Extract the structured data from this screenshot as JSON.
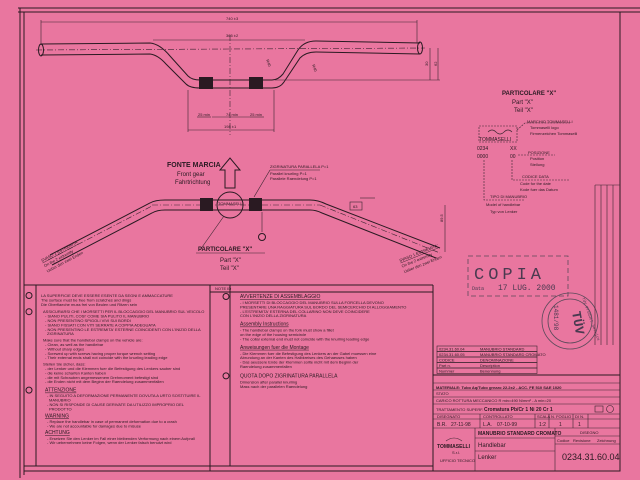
{
  "top_view": {
    "dim_overall": "740 ±3",
    "dim_bend": "365 ±2",
    "dim_center": "198 ±1",
    "dim_clamp_left": "25 min",
    "dim_clamp_right": "25 min",
    "dim_clamp_gap": "74 min",
    "dim_angle_left": "R40",
    "dim_angle_right": "R40",
    "dim_rise_1": "30",
    "dim_rise_2": "62"
  },
  "front_view": {
    "direction_it": "FONTE MARCIA",
    "direction_en": "Front gear",
    "direction_de": "Fahrtrichtung",
    "knurl_it": "ZIGRINATURA PARALLELA P=1",
    "knurl_en": "Parallel knurling P=1",
    "knurl_de": "Parallele Raendelung P=1",
    "detail_it": "PARTICOLARE \"X\"",
    "detail_en": "Part \"X\"",
    "detail_de": "Teil \"X\"",
    "logo_mini": "TOMMASELLI",
    "end_note_left_it": "SVASO 1 ESTREMITA'",
    "end_note_left_en": "On the 2 extremity",
    "end_note_left_de": "Ueber den zwei Enden",
    "end_note_right_it": "SVASO 1 ESTREMITA'",
    "end_note_right_en": "On the 2 extremity",
    "end_note_right_de": "Ueber den zwei Enden",
    "dim_knurl": "63",
    "dim_height": "89.5"
  },
  "detail_x": {
    "title_it": "PARTICOLARE \"X\"",
    "title_en": "Part \"X\"",
    "title_de": "Teil \"X\"",
    "logo": "TOMMASELLI",
    "code_top": "0234",
    "code_bot": "0000",
    "pos_top": "XX",
    "pos_bot": "00",
    "mark_it": "MARCHIO TOMMASELLI",
    "mark_en": "Tommaselli logo",
    "mark_de": "Firmenzeichen Tommaselli",
    "pos_it": "POSIZIONE",
    "pos_en": "Position",
    "pos_de": "Stellung",
    "date_it": "CODICE DATA",
    "date_en": "Code for the date",
    "date_de": "Kode fuer das Datum",
    "type_it": "TIPO DI MANUBRIO",
    "type_en": "Model of handlebar",
    "type_de": "Typ von Lenker"
  },
  "stamps": {
    "copia": "COPIA",
    "copia_date": "17 LUG. 2000",
    "copia_label": "Data",
    "tuv": "TÜV",
    "tuv_number": "1481/98",
    "tuv_ring": "TÜV Product Service"
  },
  "notes_left": {
    "n1_it": "LA SUPERFICIE DEVE ESSERE ESENTE DA SEGNI E AMMACCATURE",
    "n1_en": "The surface must be free from scratches and dings",
    "n1_de": "Die Oberflaeche muss frei von Beulen und Ritzen sein",
    "n2_head_it": "ASSICURARSI CHE I MORSETTI PER IL BLOCCAGGIO DEL MANUBRIO SUL VEICOLO",
    "n2_it": [
      "- SIANO PULITI, COSI' COME SIA PULITO IL MANUBRIO",
      "- NON PRESENTINO SPIGOLI VIVI SUI BORDI",
      "- SIANO FISSATI CON VITI SERRATE A COPPIA ADEGUATA",
      "- NON PRESENTINO LE ESTREMITA' ESTERNE COINCIDENTI CON L'INIZIO DELLA ZIGRINATURA"
    ],
    "n2_head_en": "Make sure that the handlebar clamps on the vehicle are:",
    "n2_en": [
      "- Clean, as well as the handlebar",
      "- Without sharp edges",
      "- Screwed up with screws having proper torque wrench setting",
      "- Their external ends shall not coincide with the knurling leading edge"
    ],
    "n2_head_de": "Stellen Sie sicher, dass:",
    "n2_de": [
      "- der Lenker und die Klemmen fuer die Befestigung des Lenkers sauber sind",
      "- die keine scharfen Kanten haben",
      "- die mit Schrauben angemessenem Drehmoment befestigt sind",
      "- die Enden nicht mit dem Beginn der Raendelung zusammenfallen"
    ],
    "att_head": "ATTENZIONE",
    "att": [
      "- IN SEGUITO A DEFORMAZIONE PERMANENTE DOVUTA A URTO SOSTITUIRE IL MANUBRIO",
      "- NON SI RISPONDE DI CAUSE DERIVATE DA UTILIZZO IMPROPRIO DEL PRODOTTO"
    ],
    "warn_head": "WARNING",
    "warn": [
      "- Replace the handlebar in case of permanent deformation due to a crash",
      "- We are not accountable for damages due to misuse"
    ],
    "acht_head": "ACHTUNG",
    "acht": [
      "- Ersetzen Sie den Lenker im Fall einer bleibenden Verformung nach einem Aufprall",
      "- Wir uebernehmen keine Folgen, wenn der Lenker falsch benutzt wird"
    ]
  },
  "notes_mid": {
    "header": "NOTE ID",
    "a_head": "AVVERTENZE DI ASSEMBLAGGIO",
    "a": [
      "- I MORSETTI DI BLOCCAGGIO DEL MANUBRIO SULLA FORCELLA DEVONO",
      "  PRESENTARE UNA RAGGIATURA SUL BORDO DEL SEMICERCHIO DI ALLOGGIAMENTO",
      "- L'ESTREMITA' ESTERNA DEL COLLARINO NON DEVE COINCIDERE",
      "  CON L'INIZIO DELLA ZIGRINATURA"
    ],
    "b_head": "Assembly Instructions",
    "b": [
      "- The handlebar clamps on the fork must show a fillet",
      "  on the edge of the housing semicircle",
      "- The collar external end must not coincide with the knurling leading edge"
    ],
    "c_head": "Anweisungen fuer die Montage",
    "c": [
      "- Die Klemmen fuer die Befestigung des Lenkers an der Gabel muessen eine",
      "  Abrundung an der Kanten des Halbkreises des Gehaeuses haben",
      "- Das aeussere Ende der Klemmen sollte nicht mit dem Beginn der",
      "  Raendelung zusammenfallen"
    ],
    "d_head": "QUOTA DOPO ZIGRINATURA PARALLELA",
    "d": [
      "Dimension after parallel knurling",
      "Mass nach der parallelen Raendelung"
    ]
  },
  "title_block": {
    "rows": [
      [
        "0234.31.60.04",
        "MANUBRIO STANDARD"
      ],
      [
        "0234.31.60.05",
        "MANUBRIO STANDARD CROMATO"
      ],
      [
        "CODICE",
        "DENOMINAZIONE"
      ],
      [
        "Part n.",
        "Description"
      ],
      [
        "Nummer",
        "Benennung"
      ]
    ],
    "material": "MATERIALE: Tubo Aq/Tubo grezzo 22.2x2 - ACC. FE 510 SAE 1020",
    "stato": "STATO",
    "carico": "CARICO ROTTURA MECCANICO R min=490 N/mm² - A min=20",
    "trattamento": "TRATTAMENTO SUPERF.",
    "finish": "Cromatura Pb/Cr 1 Ni 20 Cr 1",
    "disegnato_label": "DISEGNATO",
    "disegnato": "B.R.",
    "disegnato_date": "27-11-98",
    "controllato_label": "CONTROLLATO",
    "controllato": "L.A.",
    "controllato_date": "07-10-99",
    "scala_label": "SCALA",
    "scala": "1:2",
    "foglio_label": "N. FOGLIO",
    "foglio": "1",
    "di_label": "DI N.",
    "di": "1",
    "company": "TOMMASELLI",
    "company_sub": "S.r.l.",
    "dept": "UFFICIO TECNICO",
    "name_it": "MANUBRIO STANDARD CROMATO",
    "name_en": "Handlebar",
    "name_de": "Lenker",
    "disegno_label": "DISEGNO",
    "drawing_no": "0234.31.60.04",
    "rev_labels": [
      "Codice",
      "Revisione",
      "Zeichnung"
    ]
  }
}
